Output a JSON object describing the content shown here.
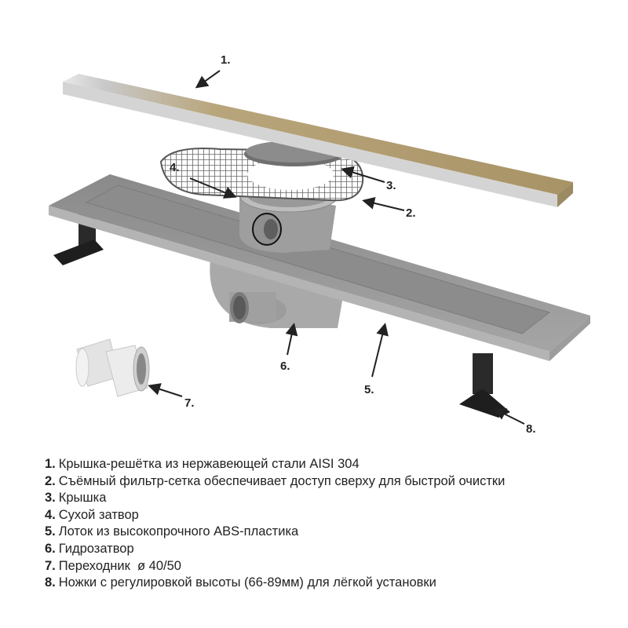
{
  "callouts": [
    "1.",
    "2.",
    "3.",
    "4.",
    "5.",
    "6.",
    "7.",
    "8."
  ],
  "legend": [
    {
      "num": "1.",
      "text": "Крышка-решётка из нержавеющей стали AISI 304"
    },
    {
      "num": "2.",
      "text": "Съёмный фильтр-сетка обеспечивает доступ сверху для быстрой очистки"
    },
    {
      "num": "3.",
      "text": "Крышка"
    },
    {
      "num": "4.",
      "text": "Сухой затвор"
    },
    {
      "num": "5.",
      "text": "Лоток из высокопрочного ABS-пластика"
    },
    {
      "num": "6.",
      "text": "Гидрозатвор"
    },
    {
      "num": "7.",
      "text": "Переходник  ø 40/50"
    },
    {
      "num": "8.",
      "text": "Ножки с регулировкой высоты (66-89мм) для лёгкой установки"
    }
  ],
  "colors": {
    "grate": "#b8a57c",
    "tray": "#9a9a9a",
    "legs": "#1e1e1e",
    "adapter": "#e8e8e8"
  }
}
